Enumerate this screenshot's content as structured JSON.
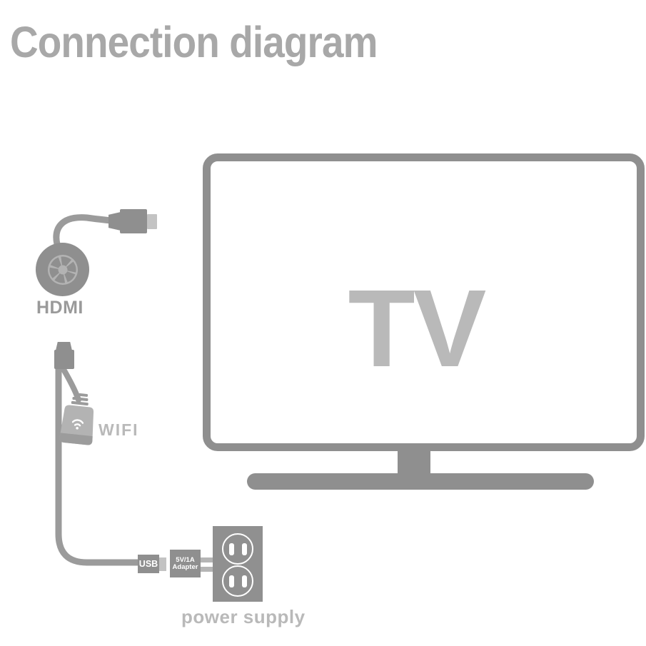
{
  "title": "Connection diagram",
  "colors": {
    "device": "#8f8f8f",
    "cable": "#9b9b9b",
    "tip": "#c3c3c3",
    "prong": "#b5b5b5",
    "outlet": "#909090",
    "wifiBody": "#b3b3b3",
    "wifiBand": "#9c9c9c",
    "apertureFace": "#b3b3b3",
    "title": "#a8a8a8",
    "labelDark": "#9a9a9a",
    "labelLight": "#b9b9b9"
  },
  "tv": {
    "label": "TV"
  },
  "hdmi_dongle": {
    "label": "HDMI"
  },
  "wifi_receiver": {
    "label": "WIFI"
  },
  "usb_plug": {
    "label": "USB"
  },
  "power_adapter": {
    "line1": "5V/1A",
    "line2": "Adapter"
  },
  "power_outlet": {
    "label": "power supply"
  }
}
